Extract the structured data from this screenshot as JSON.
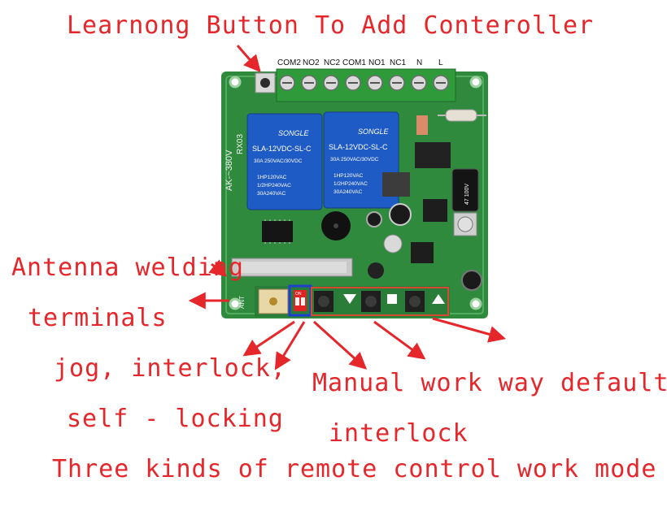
{
  "annotations": {
    "learning_button": "Learnong Button To Add Conteroller",
    "antenna_line1": "Antenna welding",
    "antenna_line2": "terminals",
    "jog_line1": "jog, interlock,",
    "jog_line2": "self - locking",
    "manual_line1": "Manual work way default",
    "manual_line2": "interlock",
    "three_kinds": "Three kinds of remote control work mode"
  },
  "terminals": [
    "COM2",
    "NO2",
    "NC2",
    "COM1",
    "NO1",
    "NC1",
    "N",
    "L"
  ],
  "relays": [
    {
      "brand": "SONGLE",
      "model": "SLA-12VDC-SL-C",
      "rating1": "30A 250VAC/30VDC",
      "rating2": "1HP120VAC",
      "rating3": "1/2HP240VAC",
      "rating4": "30A240VAC"
    },
    {
      "brand": "SONGLE",
      "model": "SLA-12VDC-SL-C",
      "rating1": "30A 250VAC/30VDC",
      "rating2": "1HP120VAC",
      "rating3": "1/2HP240VAC",
      "rating4": "30A240VAC"
    }
  ],
  "pcb": {
    "voltage_mark": "AK-~380V",
    "model_mark": "RX03",
    "capacitor_mark": "47 100V",
    "dip_mark": "ON",
    "ant_mark": "ANT"
  },
  "colors": {
    "annotation": "#e5262a",
    "pcb": "#2f8a3e",
    "relay": "#1f5bc4",
    "terminal": "#2f9a3a"
  }
}
